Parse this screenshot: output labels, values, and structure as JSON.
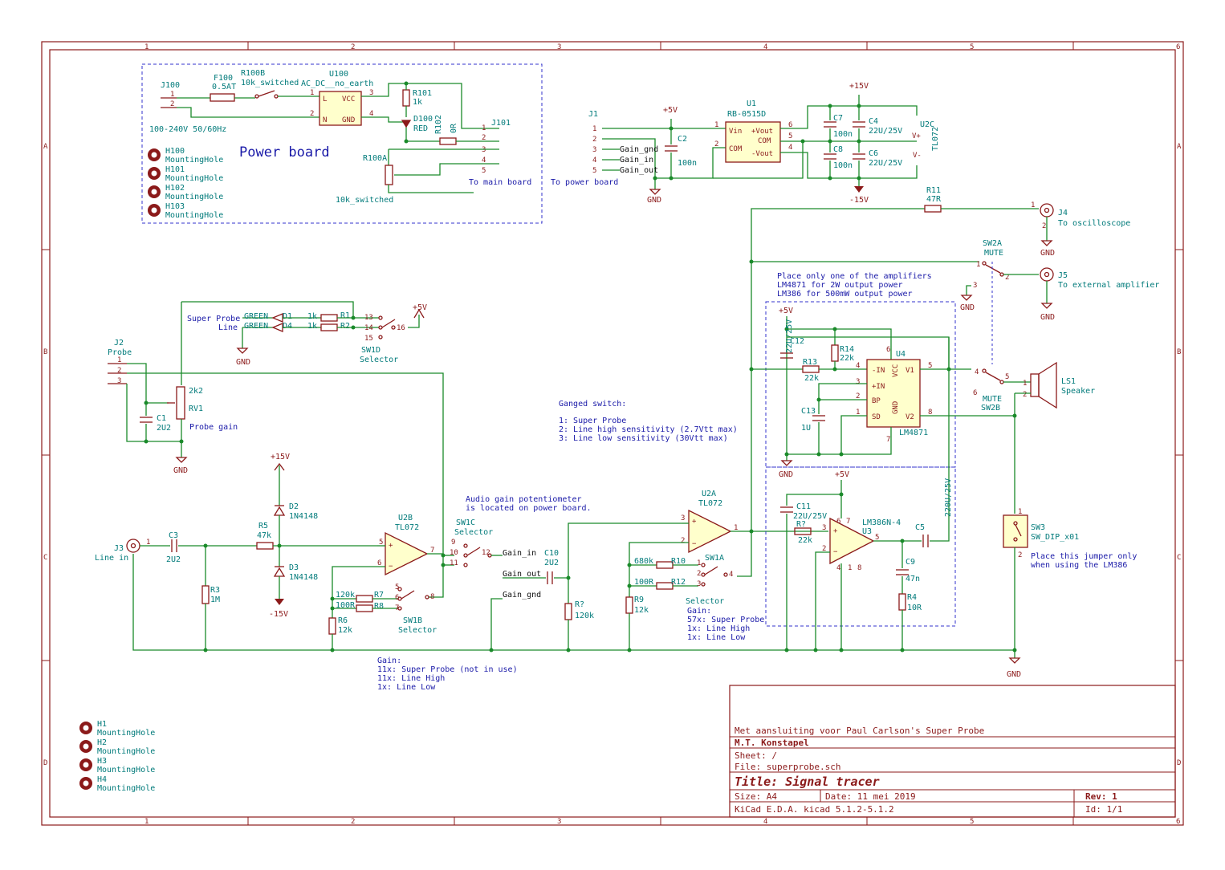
{
  "sheet": {
    "col_labels": [
      "1",
      "2",
      "3",
      "4",
      "5",
      "6"
    ],
    "row_labels": [
      "A",
      "B",
      "C",
      "D"
    ]
  },
  "power_board": {
    "title": "Power board",
    "j100_ref": "J100",
    "mains_label": "100-240V 50/60Hz",
    "f100_ref": "F100",
    "f100_val": "0.5AT",
    "r100b_ref": "R100B",
    "r100b_val": "10k_switched",
    "u100_ref": "U100",
    "u100_val": "AC_DC__no_earth",
    "u100_pin_l": "L",
    "u100_pin_n": "N",
    "u100_pin_vcc": "VCC",
    "u100_pin_gnd": "GND",
    "r101_ref": "R101",
    "r101_val": "1k",
    "d100_ref": "D100",
    "d100_val": "RED",
    "r102_ref": "R102",
    "r102_val": "0R",
    "j101_ref": "J101",
    "j101_note": "To main board",
    "r100a_ref": "R100A",
    "r100a_val": "10k_switched",
    "holes": [
      {
        "ref": "H100",
        "val": "MountingHole"
      },
      {
        "ref": "H101",
        "val": "MountingHole"
      },
      {
        "ref": "H102",
        "val": "MountingHole"
      },
      {
        "ref": "H103",
        "val": "MountingHole"
      }
    ]
  },
  "psu": {
    "j1_ref": "J1",
    "j1_note": "To power board",
    "net_gain_gnd": "Gain_gnd",
    "net_gain_in": "Gain_in",
    "net_gain_out": "Gain_out",
    "p5v": "+5V",
    "gnd": "GND",
    "c2_ref": "C2",
    "c2_val": "100n",
    "u1_ref": "U1",
    "u1_val": "RB-0515D",
    "u1_vin": "Vin",
    "u1_com": "COM",
    "u1_vout_p": "+Vout",
    "u1_com2": "COM",
    "u1_vout_n": "-Vout",
    "p15v": "+15V",
    "n15v": "-15V",
    "c7_ref": "C7",
    "c7_val": "100n",
    "c8_ref": "C8",
    "c8_val": "100n",
    "c4_ref": "C4",
    "c4_val": "22U/25V",
    "c6_ref": "C6",
    "c6_val": "22U/25V",
    "u2c_ref": "U2C",
    "u2c_val": "TL072",
    "u2c_vm": "V-",
    "u2c_vp": "V+"
  },
  "probe": {
    "sp_label1": "Super Probe",
    "sp_label2": "Line",
    "d1_ref": "D1",
    "d1_val": "GREEN",
    "d4_ref": "D4",
    "d4_val": "GREEN",
    "r1_ref": "R1",
    "r1_val": "1k",
    "r2_ref": "R2",
    "r2_val": "1k",
    "sw1d_ref": "SW1D",
    "sw1d_val": "Selector",
    "j2_ref": "J2",
    "j2_val": "Probe",
    "rv1_ref": "RV1",
    "rv1_val": "2k2",
    "rv1_note": "Probe gain",
    "c1_ref": "C1",
    "c1_val": "2U2",
    "gnd": "GND",
    "p5v": "+5V"
  },
  "input_stage": {
    "j3_ref": "J3",
    "j3_val": "Line in",
    "c3_ref": "C3",
    "c3_val": "2U2",
    "r3_ref": "R3",
    "r3_val": "1M",
    "r5_ref": "R5",
    "r5_val": "47k",
    "d2_ref": "D2",
    "d2_val": "1N4148",
    "d3_ref": "D3",
    "d3_val": "1N4148",
    "p15v": "+15V",
    "n15v": "-15V",
    "u2b_ref": "U2B",
    "u2b_val": "TL072",
    "r7_ref": "R7",
    "r7_val": "120k",
    "r8_ref": "R8",
    "r8_val": "100R",
    "r6_ref": "R6",
    "r6_val": "12k",
    "sw1b_ref": "SW1B",
    "sw1b_val": "Selector",
    "sw1c_ref": "SW1C",
    "sw1c_val": "Selector",
    "gain_note": [
      "Gain:",
      "11x: Super Probe (not in use)",
      "11x: Line High",
      "1x: Line Low"
    ],
    "pot_note": [
      "Audio gain potentiometer",
      "is located on power board."
    ],
    "net_gain_in": "Gain_in",
    "net_gain_out": "Gain_out",
    "net_gain_gnd": "Gain_gnd"
  },
  "second_stage": {
    "c10_ref": "C10",
    "c10_val": "2U2",
    "rq_ref": "R?",
    "rq_val": "120k",
    "u2a_ref": "U2A",
    "u2a_val": "TL072",
    "r10_ref": "R10",
    "r10_val": "680k",
    "r12_ref": "R12",
    "r12_val": "100R",
    "r9_ref": "R9",
    "r9_val": "12k",
    "sw1a_ref": "SW1A",
    "sw1a_val": "Selector",
    "gain_note": [
      "Gain:",
      "57x: Super Probe",
      "1x: Line High",
      "1x: Line Low"
    ],
    "ganged_note": [
      "Ganged switch:",
      "1: Super Probe",
      "2: Line high sensitivity (2.7Vtt max)",
      "3: Line low sensitivity (30Vtt max)"
    ]
  },
  "amplifier": {
    "r11_ref": "R11",
    "r11_val": "47R",
    "j4_ref": "J4",
    "j4_val": "To oscilloscope",
    "sw2a_ref": "SW2A",
    "sw2a_val": "MUTE",
    "j5_ref": "J5",
    "j5_val": "To external amplifier",
    "place_note": [
      "Place only one of the amplifiers",
      "LM4871 for 2W output power",
      "LM386 for 500mW output power"
    ],
    "p5v": "+5V",
    "gnd": "GND",
    "c12_ref": "C12",
    "c12_val": "22U/25V",
    "r14_ref": "R14",
    "r14_val": "22k",
    "r13_ref": "R13",
    "r13_val": "22k",
    "c13_ref": "C13",
    "c13_val": "1U",
    "u4_ref": "U4",
    "u4_val": "LM4871",
    "u4_pins": [
      "-IN",
      "+IN",
      "BP",
      "SD",
      "V1",
      "V2",
      "VCC",
      "GND"
    ],
    "ls1_ref": "LS1",
    "ls1_val": "Speaker",
    "sw2b_ref": "SW2B",
    "sw2b_val": "MUTE",
    "c11_ref": "C11",
    "c11_val": "22U/25V",
    "rq2_ref": "R?",
    "rq2_val": "22k",
    "u3_ref": "U3",
    "u3_val": "LM386N-4",
    "c5_ref": "C5",
    "c5_val": "220U/25V",
    "c9_ref": "C9",
    "c9_val": "47n",
    "r4_ref": "R4",
    "r4_val": "10R",
    "sw3_ref": "SW3",
    "sw3_val": "SW_DIP_x01",
    "sw3_note": [
      "Place this jumper only",
      "when using the LM386"
    ]
  },
  "bottom_holes": [
    {
      "ref": "H1",
      "val": "MountingHole"
    },
    {
      "ref": "H2",
      "val": "MountingHole"
    },
    {
      "ref": "H3",
      "val": "MountingHole"
    },
    {
      "ref": "H4",
      "val": "MountingHole"
    }
  ],
  "title_block": {
    "comment": "Met aansluiting voor Paul Carlson's Super Probe",
    "company": "M.T. Konstapel",
    "sheet": "Sheet: /",
    "file": "File: superprobe.sch",
    "title": "Title: Signal tracer",
    "size": "Size: A4",
    "date": "Date: 11 mei 2019",
    "rev": "Rev: 1",
    "tool": "KiCad E.D.A.  kicad 5.1.2-5.1.2",
    "id": "Id: 1/1"
  },
  "colors": {
    "frame": "#8b1a1a",
    "wire": "#1a8a2a",
    "text_ref": "#007a7a",
    "note": "#1a1aa8"
  }
}
